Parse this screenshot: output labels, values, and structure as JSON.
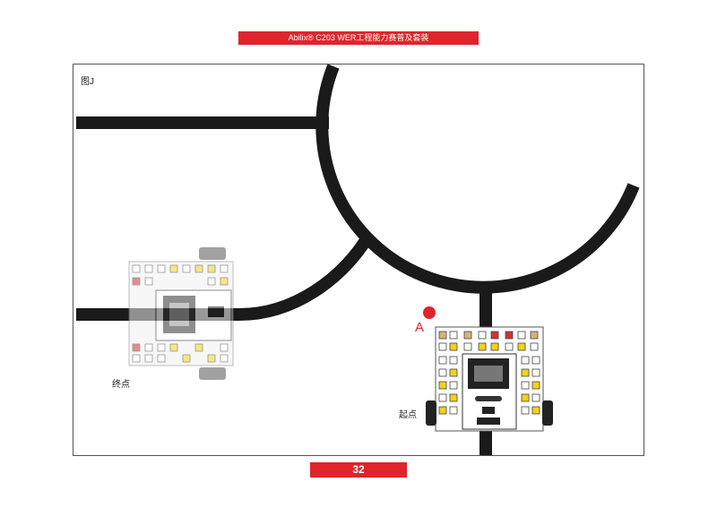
{
  "header": {
    "title": "Abilix® C203 WER工程能力赛普及套装"
  },
  "figure": {
    "label": "图J"
  },
  "map": {
    "end_label": "终点",
    "start_label": "起点",
    "point_label": "A",
    "line_color": "#1a1a1a",
    "point_color": "#e0242b"
  },
  "footer": {
    "page_number": "32"
  }
}
